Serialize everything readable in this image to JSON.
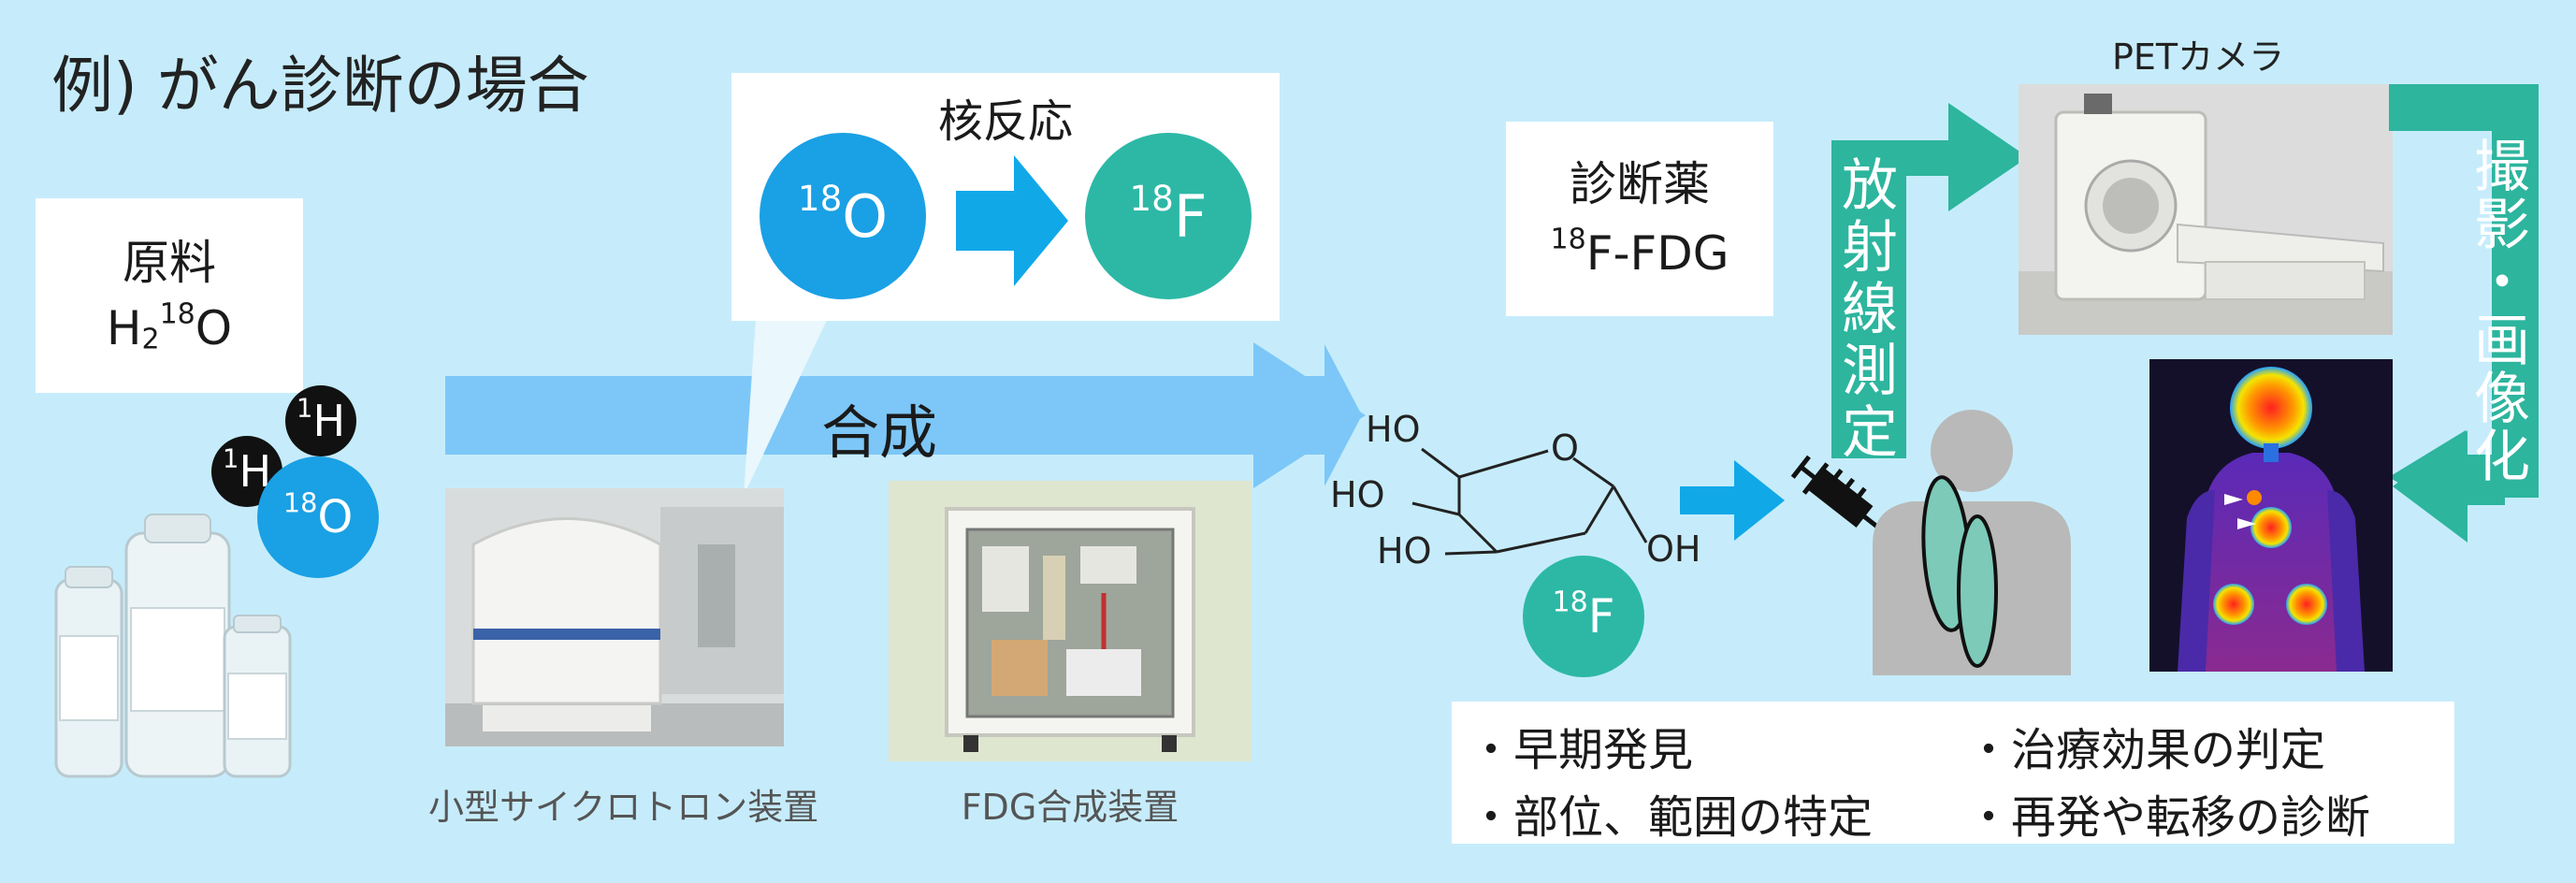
{
  "title": "例) がん診断の場合",
  "raw_material": {
    "label": "原料",
    "formula_base": "H",
    "formula_sub": "2",
    "formula_sup": "18",
    "formula_end": "O"
  },
  "molecule": {
    "h_sup": "1",
    "h_symbol": "H",
    "o_sup": "18",
    "o_symbol": "O"
  },
  "nuclear_reaction": {
    "label": "核反応",
    "from_sup": "18",
    "from_symbol": "O",
    "to_sup": "18",
    "to_symbol": "F"
  },
  "synthesis_label": "合成",
  "captions": {
    "cyclotron": "小型サイクロトロン装置",
    "fdg_unit": "FDG合成装置"
  },
  "drug": {
    "label": "診断薬",
    "name_sup": "18",
    "name_rest": "F-FDG"
  },
  "fdg_structure": {
    "groups": [
      "HO",
      "O",
      "HO",
      "HO",
      "OH"
    ],
    "f_sup": "18",
    "f_symbol": "F"
  },
  "radiation_measurement": [
    "放",
    "射",
    "線",
    "測",
    "定"
  ],
  "imaging": [
    "撮",
    "影",
    "・",
    "画",
    "像",
    "化"
  ],
  "pet_camera_label": "PETカメラ",
  "benefits": [
    "・早期発見",
    "・治療効果の判定",
    "・部位、範囲の特定",
    "・再発や転移の診断"
  ],
  "colors": {
    "background": "#c6ecfb",
    "blue_circle": "#1aa0e4",
    "teal_circle": "#2db8a6",
    "big_arrow": "#7cc7f7",
    "teal_arrow": "#2db59e"
  }
}
